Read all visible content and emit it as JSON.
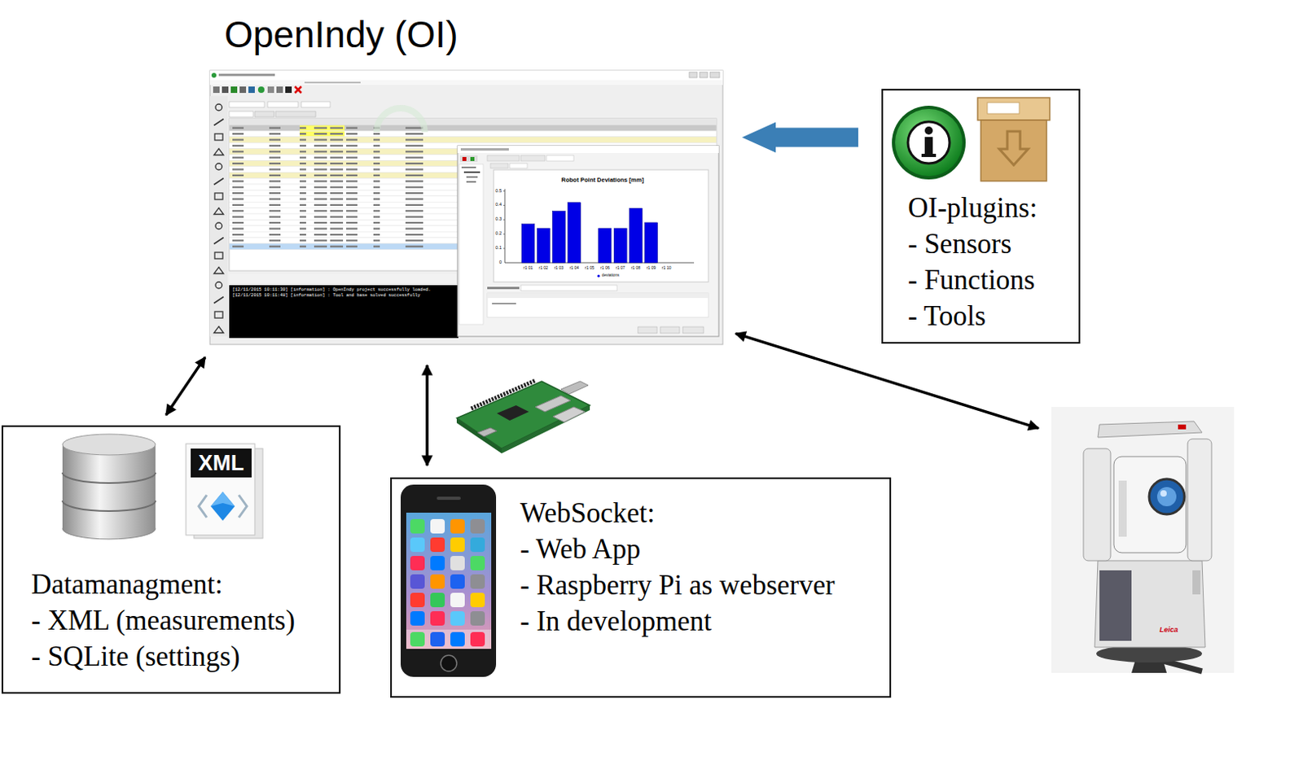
{
  "diagram": {
    "nodes": [
      {
        "text": [
          "OpenIndy (OI)"
        ]
      },
      {
        "text": [
          "OI-plugins:",
          "- Sensors",
          "- Functions",
          "- Tools"
        ]
      },
      {
        "text": [
          "Datamanagment:",
          "- XML (measurements)",
          "- SQLite (settings)"
        ]
      },
      {
        "text": [
          "WebSocket:",
          "- Web App",
          "- Raspberry Pi as webserver",
          "- In development"
        ]
      },
      {
        "text": [
          "Leica"
        ]
      }
    ],
    "edges": [
      {
        "from": 1,
        "to": 0,
        "arrow": "to"
      },
      {
        "from": 0,
        "to": 2,
        "arrow": "both"
      },
      {
        "from": 0,
        "to": 3,
        "arrow": "both"
      },
      {
        "from": 0,
        "to": 4,
        "arrow": "both"
      }
    ],
    "labels": [
      "XML",
      "Robot Point Deviations [mm]",
      "0.5",
      "0.4",
      "0.3",
      "0.2",
      "0.1",
      "0",
      "r1 01",
      "r1 02",
      "r1 03",
      "r1 04",
      "r1 05",
      "r1 06",
      "r1 07",
      "r1 08",
      "r1 09",
      "r1 10",
      "deviations",
      "[12/11/2015 10:11:30] [information] : OpenIndy project successfully loaded.",
      "[12/11/2015 10:11:48] [information] : Tool and base solved successfully"
    ]
  }
}
